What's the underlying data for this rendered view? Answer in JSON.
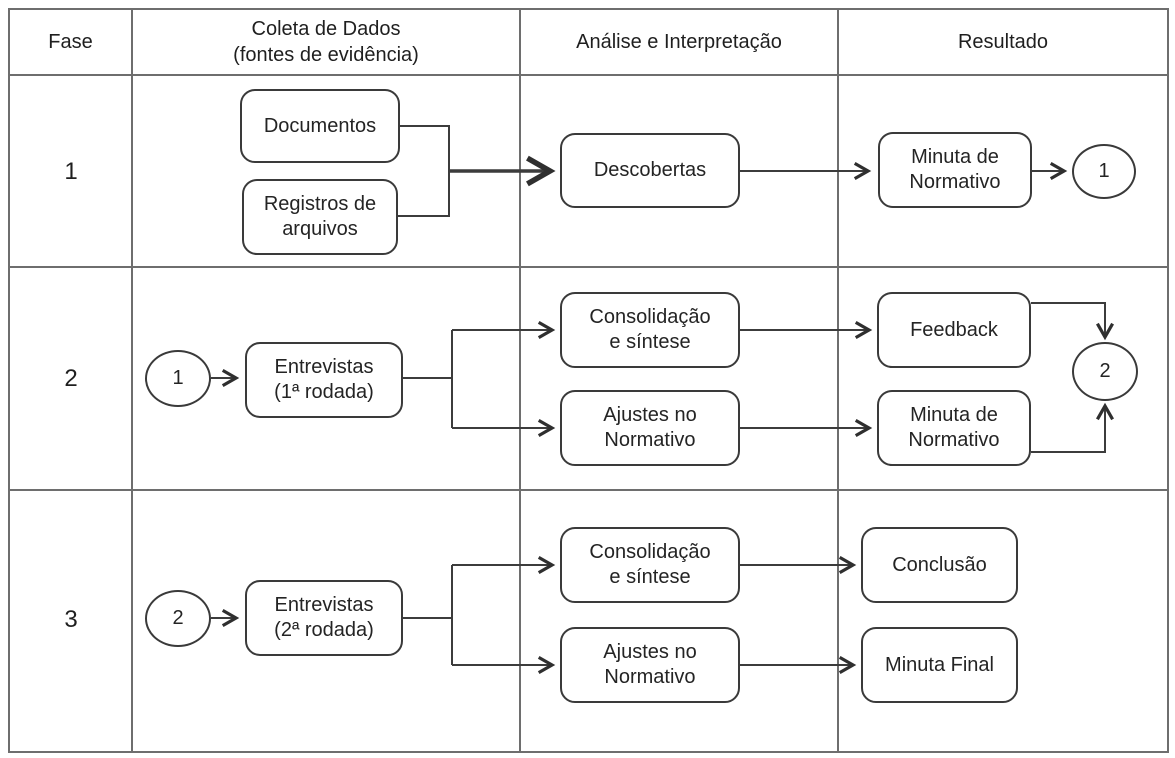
{
  "colors": {
    "line": "#3c3c3c",
    "grid": "#6e6e6e",
    "background": "#ffffff",
    "text": "#242424"
  },
  "header": {
    "fase": "Fase",
    "coleta_line1": "Coleta de Dados",
    "coleta_line2": "(fontes de evidência)",
    "analise": "Análise e Interpretação",
    "resultado": "Resultado"
  },
  "phase1": {
    "number": "1",
    "documentos": "Documentos",
    "registros": "Registros de\narquivos",
    "descobertas": "Descobertas",
    "minuta_normativo": "Minuta de\nNormativo",
    "connector_out": "1"
  },
  "phase2": {
    "number": "2",
    "connector_in": "1",
    "entrevistas": "Entrevistas\n(1ª rodada)",
    "consolidacao": "Consolidação\ne síntese",
    "ajustes": "Ajustes no\nNormativo",
    "feedback": "Feedback",
    "minuta_normativo": "Minuta de\nNormativo",
    "connector_out": "2"
  },
  "phase3": {
    "number": "3",
    "connector_in": "2",
    "entrevistas": "Entrevistas\n(2ª rodada)",
    "consolidacao": "Consolidação\ne síntese",
    "ajustes": "Ajustes no\nNormativo",
    "conclusao": "Conclusão",
    "minuta_final": "Minuta Final"
  }
}
